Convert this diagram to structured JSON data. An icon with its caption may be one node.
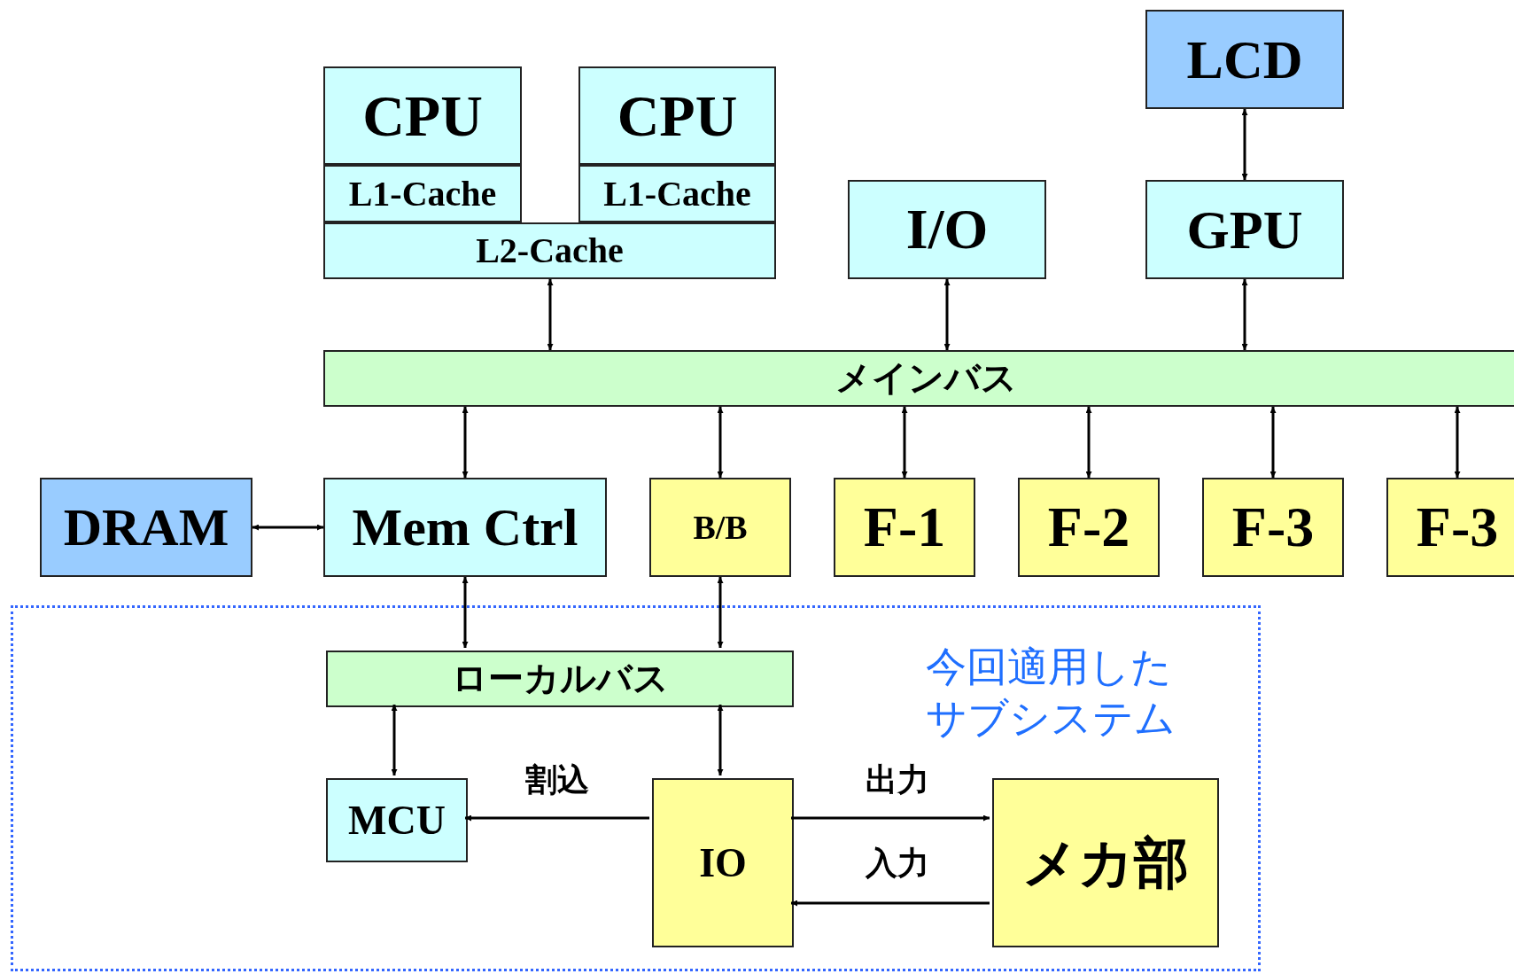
{
  "diagram": {
    "nodes": [
      {
        "text": [
          "CPU"
        ]
      },
      {
        "text": [
          "L1-Cache"
        ]
      },
      {
        "text": [
          "CPU"
        ]
      },
      {
        "text": [
          "L1-Cache"
        ]
      },
      {
        "text": [
          "L2-Cache"
        ]
      },
      {
        "text": [
          "LCD"
        ]
      },
      {
        "text": [
          "I/O"
        ]
      },
      {
        "text": [
          "GPU"
        ]
      },
      {
        "text": [
          "メインバス"
        ]
      },
      {
        "text": [
          "DRAM"
        ]
      },
      {
        "text": [
          "Mem Ctrl"
        ]
      },
      {
        "text": [
          "B/B"
        ]
      },
      {
        "text": [
          "F-1"
        ]
      },
      {
        "text": [
          "F-2"
        ]
      },
      {
        "text": [
          "F-3"
        ]
      },
      {
        "text": [
          "F-3"
        ]
      },
      {
        "text": [
          "今回適用したサブシステム"
        ]
      },
      {
        "text": [
          "ローカルバス"
        ],
        "in": 16
      },
      {
        "text": [
          "MCU"
        ],
        "in": 16
      },
      {
        "text": [
          "IO"
        ],
        "in": 16
      },
      {
        "text": [
          "メカ部"
        ],
        "in": 16
      }
    ],
    "edges": [
      {
        "from": 4,
        "to": 8,
        "arrow": "both"
      },
      {
        "from": 6,
        "to": 8,
        "arrow": "both"
      },
      {
        "from": 5,
        "to": 7,
        "arrow": "both"
      },
      {
        "from": 7,
        "to": 8,
        "arrow": "both"
      },
      {
        "from": 8,
        "to": 10,
        "arrow": "both"
      },
      {
        "from": 8,
        "to": 11,
        "arrow": "both"
      },
      {
        "from": 8,
        "to": 12,
        "arrow": "both"
      },
      {
        "from": 8,
        "to": 13,
        "arrow": "both"
      },
      {
        "from": 8,
        "to": 14,
        "arrow": "both"
      },
      {
        "from": 8,
        "to": 15,
        "arrow": "both"
      },
      {
        "from": 9,
        "to": 10,
        "arrow": "both"
      },
      {
        "from": 10,
        "to": 17,
        "arrow": "both"
      },
      {
        "from": 11,
        "to": 17,
        "arrow": "both"
      },
      {
        "from": 17,
        "to": 18,
        "arrow": "both"
      },
      {
        "from": 17,
        "to": 19,
        "arrow": "both"
      },
      {
        "from": 19,
        "to": 18,
        "arrow": "to",
        "label": "割込"
      },
      {
        "from": 19,
        "to": 20,
        "arrow": "to",
        "label": "出力"
      },
      {
        "from": 20,
        "to": 19,
        "arrow": "to",
        "label": "入力"
      }
    ]
  }
}
